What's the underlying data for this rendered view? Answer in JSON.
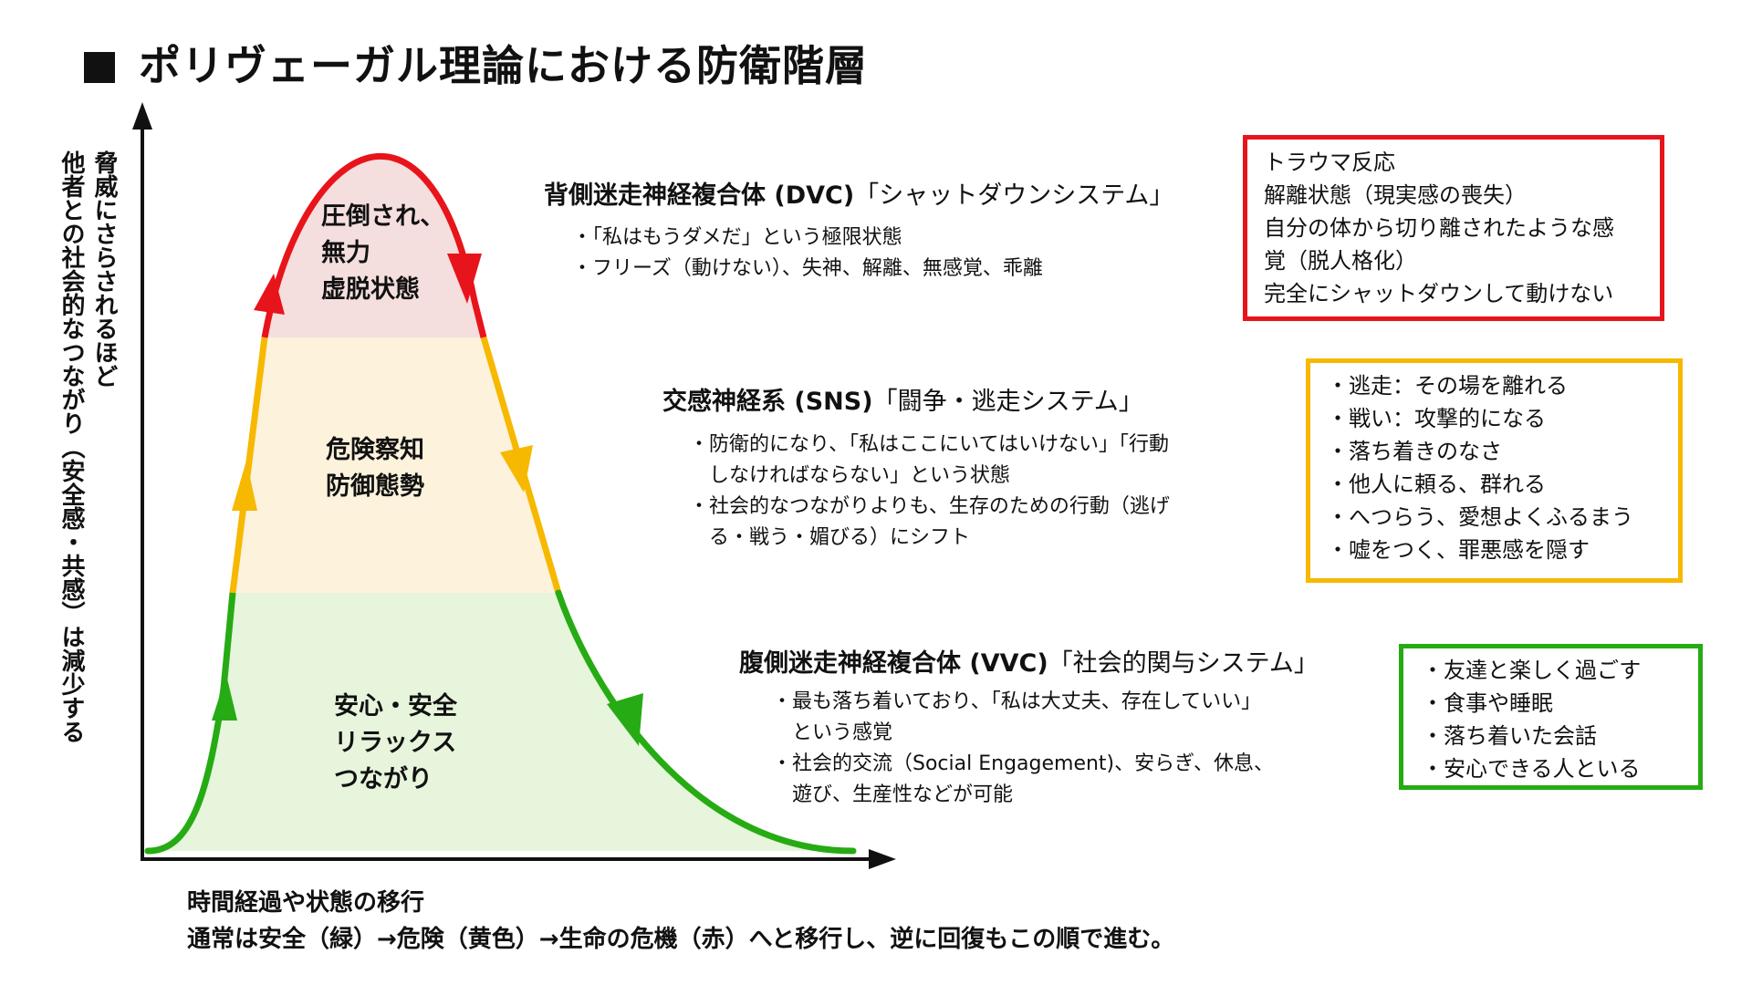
{
  "title": "ポリヴェーガル理論における防衛階層",
  "y_axis_label": {
    "line1": "脅威にさらされるほど",
    "line2": "他者との社会的なつながり（安全感・共感）は減少する"
  },
  "x_axis_label": {
    "line1": "時間経過や状態の移行",
    "line2": "通常は安全（緑）→危険（黄色）→生命の危機（赤）へと移行し、逆に回復もこの順で進む。"
  },
  "zones": {
    "red": [
      "圧倒され、",
      "無力",
      "虚脱状態"
    ],
    "yellow": [
      "危険察知",
      "防御態勢"
    ],
    "green": [
      "安心・安全",
      "リラックス",
      "つながり"
    ]
  },
  "systems": {
    "dvc": {
      "title": "背側迷走神経複合体 (DVC)",
      "quote": "「シャットダウンシステム」",
      "bullets": [
        "・「私はもうダメだ」という極限状態",
        "・フリーズ（動けない）、失神、解離、無感覚、乖離"
      ]
    },
    "sns": {
      "title": "交感神経系 (SNS)",
      "quote": "「闘争・逃走システム」",
      "bullets": [
        "・防衛的になり、「私はここにいてはいけない」「行動",
        "　しなければならない」という状態",
        "・社会的なつながりよりも、生存のための行動（逃げ",
        "　る・戦う・媚びる）にシフト"
      ]
    },
    "vvc": {
      "title": "腹側迷走神経複合体 (VVC)",
      "quote": "「社会的関与システム」",
      "bullets": [
        "・最も落ち着いており、「私は大丈夫、存在していい」",
        "　という感覚",
        "・社会的交流（Social Engagement)、安らぎ、休息、",
        "　遊び、生産性などが可能"
      ]
    }
  },
  "boxes": {
    "red": [
      "トラウマ反応",
      "解離状態（現実感の喪失）",
      "自分の体から切り離されたような感",
      "覚（脱人格化）",
      "完全にシャットダウンして動けない"
    ],
    "yellow": [
      "・逃走：その場を離れる",
      "・戦い：攻撃的になる",
      "・落ち着きのなさ",
      "・他人に頼る、群れる",
      "・へつらう、愛想よくふるまう",
      "・嘘をつく、罪悪感を隠す"
    ],
    "green": [
      "・友達と楽しく過ごす",
      "・食事や睡眠",
      "・落ち着いた会話",
      "・安心できる人といる"
    ]
  },
  "colors": {
    "red": "#e8141b",
    "yellow": "#f7b800",
    "green": "#26ab14",
    "red_fill": "#f5dede",
    "yellow_fill": "#fdf2dc",
    "green_fill": "#e6f5dc"
  }
}
